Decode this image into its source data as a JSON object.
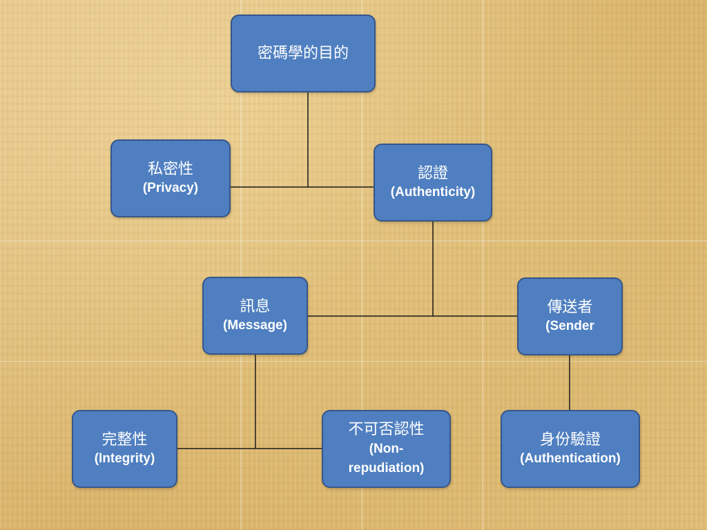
{
  "nodes": {
    "root": {
      "zh": "密碼學的目的"
    },
    "privacy": {
      "zh": "私密性",
      "en": "(Privacy)"
    },
    "authenticity": {
      "zh": "認證",
      "en": "(Authenticity)"
    },
    "message": {
      "zh": "訊息",
      "en": "(Message)"
    },
    "sender": {
      "zh": "傳送者",
      "en": "(Sender"
    },
    "integrity": {
      "zh": "完整性",
      "en": "(Integrity)"
    },
    "non_repudiation": {
      "zh": "不可否認性",
      "en": "(Non-repudiation)"
    },
    "authentication": {
      "zh": "身份驗證",
      "en": "(Authentication)"
    }
  },
  "colors": {
    "node_fill": "#4f7fc0",
    "node_border": "#35568b",
    "connector": "#1a1a1a",
    "background": "#e3c27c"
  }
}
